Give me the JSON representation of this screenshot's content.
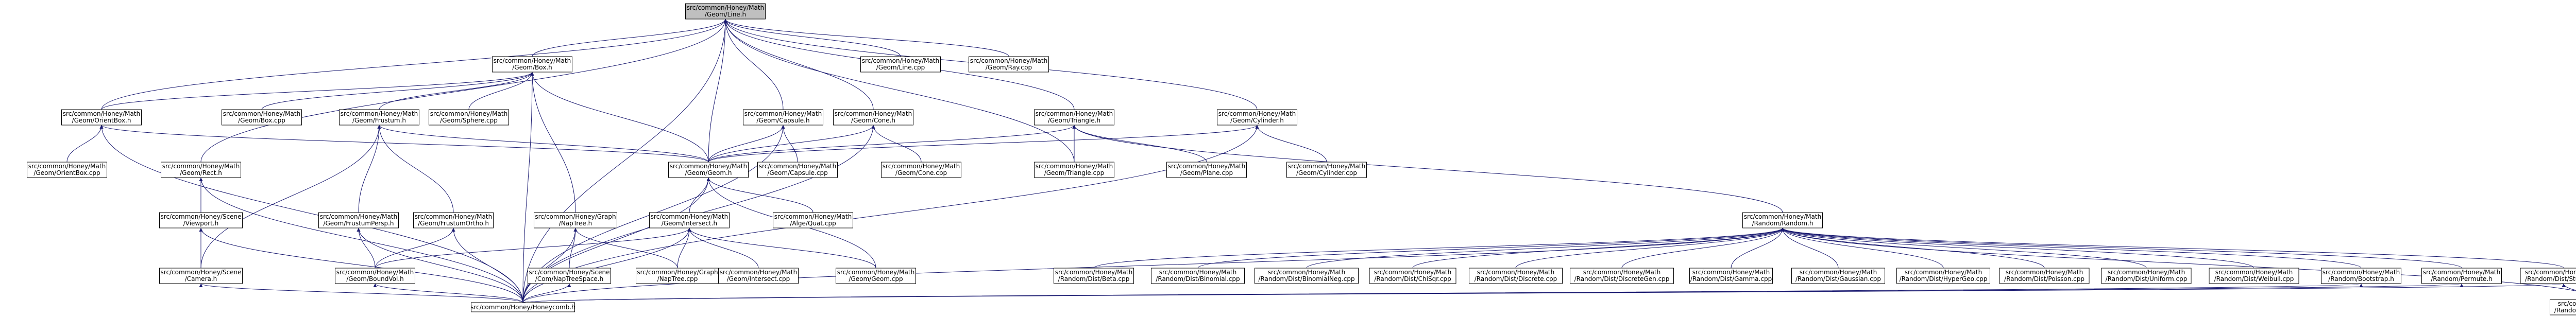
{
  "graph": {
    "colors": {
      "normal_fill": "#ffffff",
      "normal_border": "#000000",
      "highlight_fill": "#bfbfbf",
      "warning_border": "#ff0000",
      "edge": "#191970"
    },
    "nodes": [
      {
        "id": "n0",
        "l1": "src/common/Honey/Math",
        "l2": "/Geom/Line.h",
        "style": "highlight"
      },
      {
        "id": "n1",
        "l1": "src/common/Honey/Math",
        "l2": "/Geom/Box.h",
        "style": "normal"
      },
      {
        "id": "n2",
        "l1": "src/common/Honey/Math",
        "l2": "/Geom/Line.cpp",
        "style": "normal"
      },
      {
        "id": "n3",
        "l1": "src/common/Honey/Math",
        "l2": "/Geom/Ray.cpp",
        "style": "normal"
      },
      {
        "id": "n4",
        "l1": "src/common/Honey/Math",
        "l2": "/Geom/OrientBox.h",
        "style": "normal"
      },
      {
        "id": "n5",
        "l1": "src/common/Honey/Math",
        "l2": "/Geom/Box.cpp",
        "style": "normal"
      },
      {
        "id": "n6",
        "l1": "src/common/Honey/Math",
        "l2": "/Geom/Frustum.h",
        "style": "normal"
      },
      {
        "id": "n7",
        "l1": "src/common/Honey/Math",
        "l2": "/Geom/Sphere.cpp",
        "style": "normal"
      },
      {
        "id": "n8",
        "l1": "src/common/Honey/Math",
        "l2": "/Geom/Capsule.h",
        "style": "normal"
      },
      {
        "id": "n9",
        "l1": "src/common/Honey/Math",
        "l2": "/Geom/Cone.h",
        "style": "normal"
      },
      {
        "id": "n10",
        "l1": "src/common/Honey/Math",
        "l2": "/Geom/Triangle.h",
        "style": "normal"
      },
      {
        "id": "n11",
        "l1": "src/common/Honey/Math",
        "l2": "/Geom/Cylinder.h",
        "style": "normal"
      },
      {
        "id": "n12",
        "l1": "src/common/Honey/Math",
        "l2": "/Geom/OrientBox.cpp",
        "style": "normal"
      },
      {
        "id": "n13",
        "l1": "src/common/Honey/Math",
        "l2": "/Geom/Rect.h",
        "style": "normal"
      },
      {
        "id": "n14",
        "l1": "src/common/Honey/Math",
        "l2": "/Geom/Geom.h",
        "style": "normal"
      },
      {
        "id": "n15",
        "l1": "src/common/Honey/Math",
        "l2": "/Geom/Capsule.cpp",
        "style": "normal"
      },
      {
        "id": "n16",
        "l1": "src/common/Honey/Math",
        "l2": "/Geom/Cone.cpp",
        "style": "normal"
      },
      {
        "id": "n17",
        "l1": "src/common/Honey/Math",
        "l2": "/Geom/Triangle.cpp",
        "style": "normal"
      },
      {
        "id": "n18",
        "l1": "src/common/Honey/Math",
        "l2": "/Geom/Plane.cpp",
        "style": "normal"
      },
      {
        "id": "n19",
        "l1": "src/common/Honey/Math",
        "l2": "/Geom/Cylinder.cpp",
        "style": "normal"
      },
      {
        "id": "n20",
        "l1": "src/common/Honey/Scene",
        "l2": "/Viewport.h",
        "style": "normal"
      },
      {
        "id": "n21",
        "l1": "src/common/Honey/Graph",
        "l2": "/NapTree.h",
        "style": "normal"
      },
      {
        "id": "n22",
        "l1": "src/common/Honey/Math",
        "l2": "/Geom/FrustumPersp.h",
        "style": "warning"
      },
      {
        "id": "n23",
        "l1": "src/common/Honey/Math",
        "l2": "/Geom/FrustumOrtho.h",
        "style": "warning"
      },
      {
        "id": "n24",
        "l1": "src/common/Honey/Math",
        "l2": "/Geom/Intersect.h",
        "style": "normal"
      },
      {
        "id": "n25",
        "l1": "src/common/Honey/Math",
        "l2": "/Alge/Quat.cpp",
        "style": "normal"
      },
      {
        "id": "n26",
        "l1": "src/common/Honey/Math",
        "l2": "/Random/Random.h",
        "style": "warning"
      },
      {
        "id": "n27",
        "l1": "src/common/Honey/Scene",
        "l2": "/Camera.h",
        "style": "warning"
      },
      {
        "id": "n28",
        "l1": "src/common/Honey/Math",
        "l2": "/Geom/BoundVol.h",
        "style": "warning"
      },
      {
        "id": "n29",
        "l1": "src/common/Honey/Scene",
        "l2": "/Com/NapTreeSpace.h",
        "style": "warning"
      },
      {
        "id": "n30",
        "l1": "src/common/Honey/Graph",
        "l2": "/NapTree.cpp",
        "style": "normal"
      },
      {
        "id": "n31",
        "l1": "src/common/Honey/Math",
        "l2": "/Geom/Intersect.cpp",
        "style": "normal"
      },
      {
        "id": "n32",
        "l1": "src/common/Honey/Math",
        "l2": "/Geom/Geom.cpp",
        "style": "normal"
      },
      {
        "id": "n33",
        "l1": "src/common/Honey/Honeycomb.h",
        "l2": "",
        "style": "normal"
      },
      {
        "id": "n34",
        "l1": "src/common/Honey/Math",
        "l2": "/Random/Dist/Beta.cpp",
        "style": "normal"
      },
      {
        "id": "n35",
        "l1": "src/common/Honey/Math",
        "l2": "/Random/Dist/Binomial.cpp",
        "style": "normal"
      },
      {
        "id": "n36",
        "l1": "src/common/Honey/Math",
        "l2": "/Random/Dist/BinomialNeg.cpp",
        "style": "normal"
      },
      {
        "id": "n37",
        "l1": "src/common/Honey/Math",
        "l2": "/Random/Dist/ChiSqr.cpp",
        "style": "normal"
      },
      {
        "id": "n38",
        "l1": "src/common/Honey/Math",
        "l2": "/Random/Dist/Discrete.cpp",
        "style": "normal"
      },
      {
        "id": "n39",
        "l1": "src/common/Honey/Math",
        "l2": "/Random/Dist/DiscreteGen.cpp",
        "style": "normal"
      },
      {
        "id": "n40",
        "l1": "src/common/Honey/Math",
        "l2": "/Random/Dist/Gamma.cpp",
        "style": "normal"
      },
      {
        "id": "n41",
        "l1": "src/common/Honey/Math",
        "l2": "/Random/Dist/Gaussian.cpp",
        "style": "normal"
      },
      {
        "id": "n42",
        "l1": "src/common/Honey/Math",
        "l2": "/Random/Dist/HyperGeo.cpp",
        "style": "normal"
      },
      {
        "id": "n43",
        "l1": "src/common/Honey/Math",
        "l2": "/Random/Dist/Poisson.cpp",
        "style": "normal"
      },
      {
        "id": "n44",
        "l1": "src/common/Honey/Math",
        "l2": "/Random/Dist/Uniform.cpp",
        "style": "normal"
      },
      {
        "id": "n45",
        "l1": "src/common/Honey/Math",
        "l2": "/Random/Dist/Weibull.cpp",
        "style": "normal"
      },
      {
        "id": "n46",
        "l1": "src/common/Honey/Math",
        "l2": "/Random/Bootstrap.h",
        "style": "normal"
      },
      {
        "id": "n47",
        "l1": "src/common/Honey/Math",
        "l2": "/Random/Permute.h",
        "style": "normal"
      },
      {
        "id": "n48",
        "l1": "src/common/Honey/Math",
        "l2": "/Random/Dist/StudentT.h",
        "style": "normal"
      },
      {
        "id": "n49",
        "l1": "src/common/Honey/Math",
        "l2": "/Random/Dist/StudentT.cpp",
        "style": "normal"
      }
    ],
    "edges": [
      [
        "n1",
        "n0"
      ],
      [
        "n2",
        "n0"
      ],
      [
        "n3",
        "n0"
      ],
      [
        "n4",
        "n0"
      ],
      [
        "n8",
        "n0"
      ],
      [
        "n9",
        "n0"
      ],
      [
        "n10",
        "n0"
      ],
      [
        "n11",
        "n0"
      ],
      [
        "n13",
        "n0"
      ],
      [
        "n14",
        "n0"
      ],
      [
        "n17",
        "n0"
      ],
      [
        "n33",
        "n0"
      ],
      [
        "n4",
        "n1"
      ],
      [
        "n5",
        "n1"
      ],
      [
        "n6",
        "n1"
      ],
      [
        "n7",
        "n1"
      ],
      [
        "n14",
        "n1"
      ],
      [
        "n21",
        "n1"
      ],
      [
        "n33",
        "n1"
      ],
      [
        "n12",
        "n4"
      ],
      [
        "n14",
        "n4"
      ],
      [
        "n33",
        "n4"
      ],
      [
        "n14",
        "n6"
      ],
      [
        "n22",
        "n6"
      ],
      [
        "n23",
        "n6"
      ],
      [
        "n27",
        "n6"
      ],
      [
        "n14",
        "n8"
      ],
      [
        "n15",
        "n8"
      ],
      [
        "n33",
        "n8"
      ],
      [
        "n14",
        "n9"
      ],
      [
        "n16",
        "n9"
      ],
      [
        "n33",
        "n9"
      ],
      [
        "n14",
        "n10"
      ],
      [
        "n17",
        "n10"
      ],
      [
        "n18",
        "n10"
      ],
      [
        "n26",
        "n10"
      ],
      [
        "n14",
        "n11"
      ],
      [
        "n19",
        "n11"
      ],
      [
        "n33",
        "n11"
      ],
      [
        "n20",
        "n13"
      ],
      [
        "n33",
        "n13"
      ],
      [
        "n24",
        "n14"
      ],
      [
        "n25",
        "n14"
      ],
      [
        "n32",
        "n14"
      ],
      [
        "n33",
        "n14"
      ],
      [
        "n27",
        "n20"
      ],
      [
        "n33",
        "n20"
      ],
      [
        "n29",
        "n21"
      ],
      [
        "n30",
        "n21"
      ],
      [
        "n33",
        "n21"
      ],
      [
        "n28",
        "n22"
      ],
      [
        "n33",
        "n22"
      ],
      [
        "n28",
        "n23"
      ],
      [
        "n33",
        "n23"
      ],
      [
        "n28",
        "n24"
      ],
      [
        "n30",
        "n24"
      ],
      [
        "n31",
        "n24"
      ],
      [
        "n32",
        "n24"
      ],
      [
        "n33",
        "n24"
      ],
      [
        "n34",
        "n26"
      ],
      [
        "n35",
        "n26"
      ],
      [
        "n36",
        "n26"
      ],
      [
        "n37",
        "n26"
      ],
      [
        "n38",
        "n26"
      ],
      [
        "n39",
        "n26"
      ],
      [
        "n40",
        "n26"
      ],
      [
        "n41",
        "n26"
      ],
      [
        "n42",
        "n26"
      ],
      [
        "n43",
        "n26"
      ],
      [
        "n44",
        "n26"
      ],
      [
        "n45",
        "n26"
      ],
      [
        "n46",
        "n26"
      ],
      [
        "n47",
        "n26"
      ],
      [
        "n48",
        "n26"
      ],
      [
        "n49",
        "n26"
      ],
      [
        "n33",
        "n26"
      ],
      [
        "n33",
        "n27"
      ],
      [
        "n33",
        "n28"
      ],
      [
        "n33",
        "n29"
      ],
      [
        "n33",
        "n46"
      ],
      [
        "n33",
        "n47"
      ],
      [
        "n33",
        "n48"
      ],
      [
        "n49",
        "n48"
      ]
    ]
  }
}
